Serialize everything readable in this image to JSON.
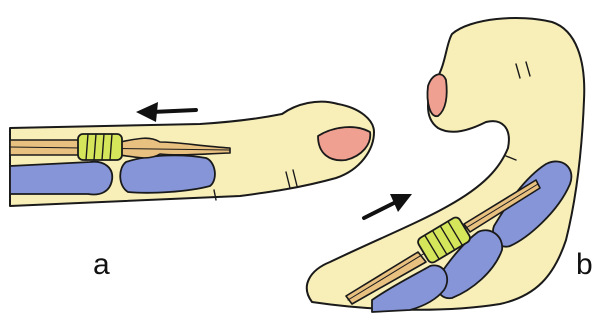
{
  "panels": [
    {
      "id": "a",
      "label": "a"
    },
    {
      "id": "b",
      "label": "b"
    }
  ],
  "colors": {
    "skin": "#f8efb8",
    "outline": "#1a1a1a",
    "nail": "#f0a090",
    "bone": "#8595d8",
    "tendon": "#e8c080",
    "pulley": "#d6e65a",
    "arrow": "#111111"
  }
}
